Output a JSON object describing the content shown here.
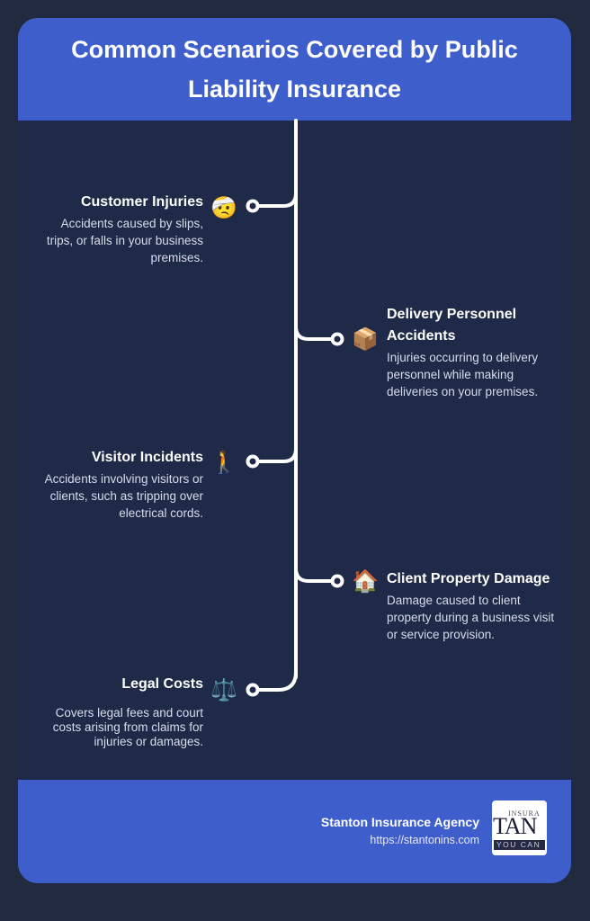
{
  "header": {
    "title": "Common Scenarios Covered by Public Liability Insurance"
  },
  "colors": {
    "page_background": "#222a3f",
    "panel_background": "#1e2a47",
    "accent_blue": "#3e5ecc",
    "line": "#ffffff",
    "text_primary": "#ffffff",
    "text_secondary": "#d8dceb"
  },
  "timeline": {
    "items": [
      {
        "side": "left",
        "title": "Customer Injuries",
        "description": "Accidents caused by slips, trips, or falls in your business premises.",
        "icon": "face-with-head-bandage-icon",
        "emoji": "🤕"
      },
      {
        "side": "right",
        "title": "Delivery Personnel Accidents",
        "description": "Injuries occurring to delivery personnel while making deliveries on your premises.",
        "icon": "package-icon",
        "emoji": "📦"
      },
      {
        "side": "left",
        "title": "Visitor Incidents",
        "description": "Accidents involving visitors or clients, such as tripping over electrical cords.",
        "icon": "person-walking-icon",
        "emoji": "🚶"
      },
      {
        "side": "right",
        "title": "Client Property Damage",
        "description": "Damage caused to client property during a business visit or service provision.",
        "icon": "house-icon",
        "emoji": "🏠"
      },
      {
        "side": "left",
        "title": "Legal Costs",
        "description": "Covers legal fees and court costs arising from claims for injuries or damages.",
        "icon": "balance-scale-icon",
        "emoji": "⚖️"
      }
    ]
  },
  "footer": {
    "agency_name": "Stanton Insurance Agency",
    "url": "https://stantonins.com",
    "logo": {
      "line1": "INSURA",
      "line2": "TAN",
      "line3": "YOU CAN"
    }
  }
}
